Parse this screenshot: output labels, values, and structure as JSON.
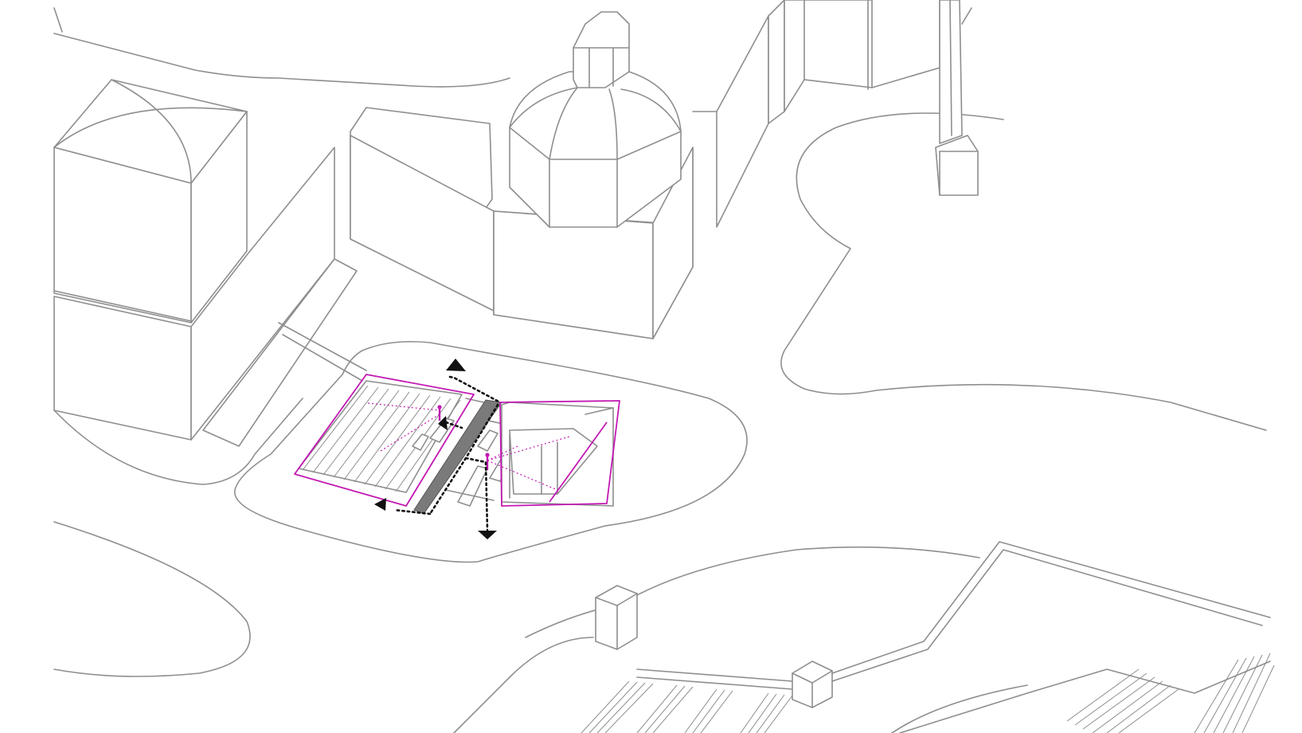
{
  "diagram": {
    "type": "axonometric site diagram",
    "colors": {
      "context_line": "#8e8e8e",
      "intervention_outline": "#c219b3",
      "circulation_path": "#111111",
      "corridor_fill": "#7a7a7a",
      "background": "#ffffff"
    },
    "elements": [
      "left-vaulted-building",
      "domed-church",
      "tall-building-right",
      "monument-column",
      "central-plaza-island",
      "sunken-theatre-intervention",
      "circulation-arrows",
      "stepped-terrace-bottom"
    ]
  }
}
